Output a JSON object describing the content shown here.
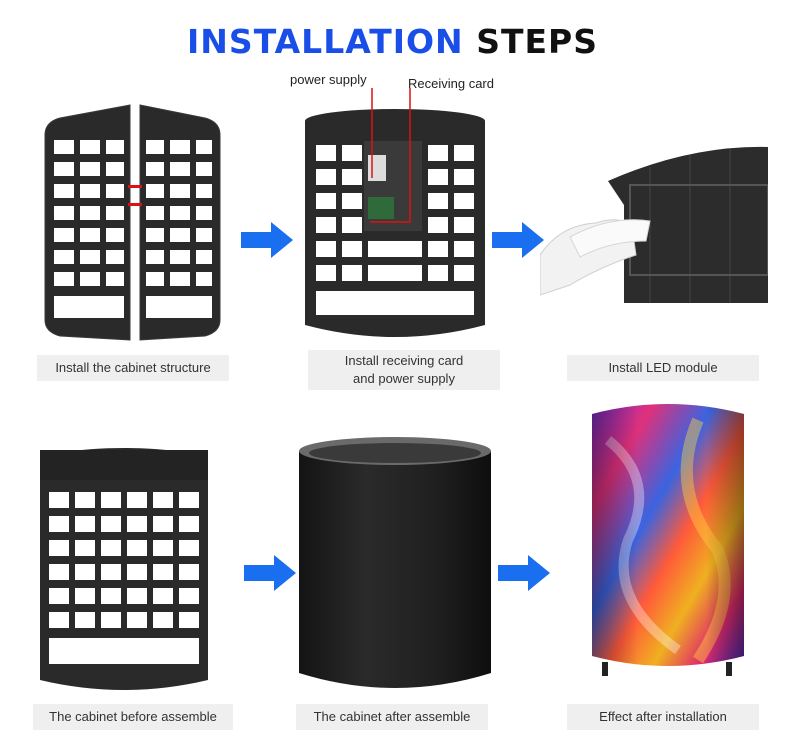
{
  "title": {
    "part1": "INSTALLATION",
    "part2": "STEPS"
  },
  "colors": {
    "title_blue": "#1a4ee8",
    "arrow_blue": "#1a6ef0",
    "caption_bg": "#efefef"
  },
  "callouts": {
    "power_supply": "power supply",
    "receiving_card": "Receiving card"
  },
  "steps": [
    {
      "caption": "Install the cabinet structure"
    },
    {
      "caption": "Install receiving card and power supply"
    },
    {
      "caption": "Install LED module"
    },
    {
      "caption": "The cabinet before assemble"
    },
    {
      "caption": "The cabinet after assemble"
    },
    {
      "caption": "Effect after installation"
    }
  ]
}
